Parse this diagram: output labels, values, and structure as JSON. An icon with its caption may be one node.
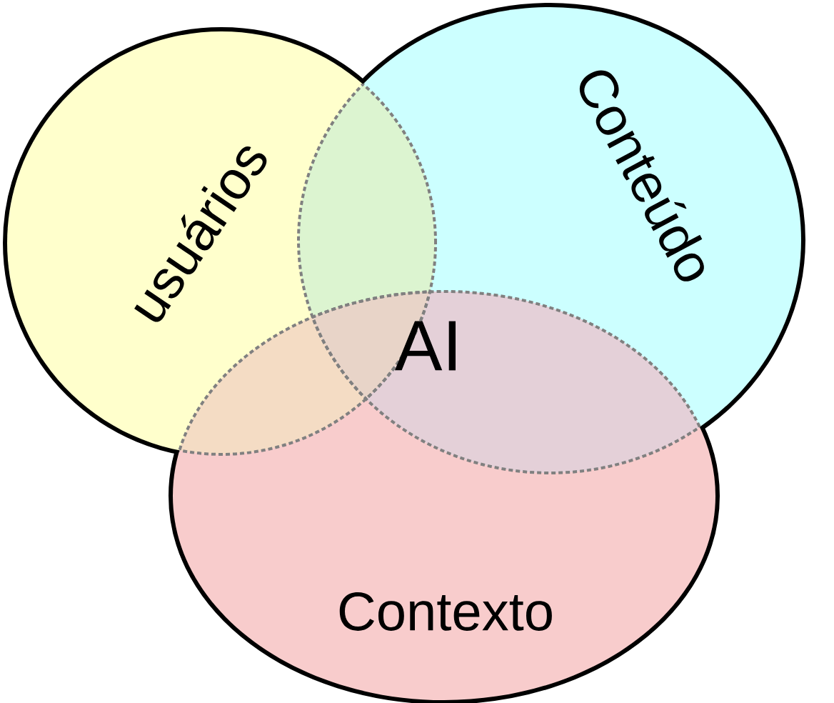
{
  "diagram": {
    "nodes": [
      {
        "text": [
          "usuários"
        ]
      },
      {
        "text": [
          "Conteúdo"
        ]
      },
      {
        "text": [
          "Contexto"
        ]
      }
    ],
    "labels": [
      "AI"
    ]
  }
}
